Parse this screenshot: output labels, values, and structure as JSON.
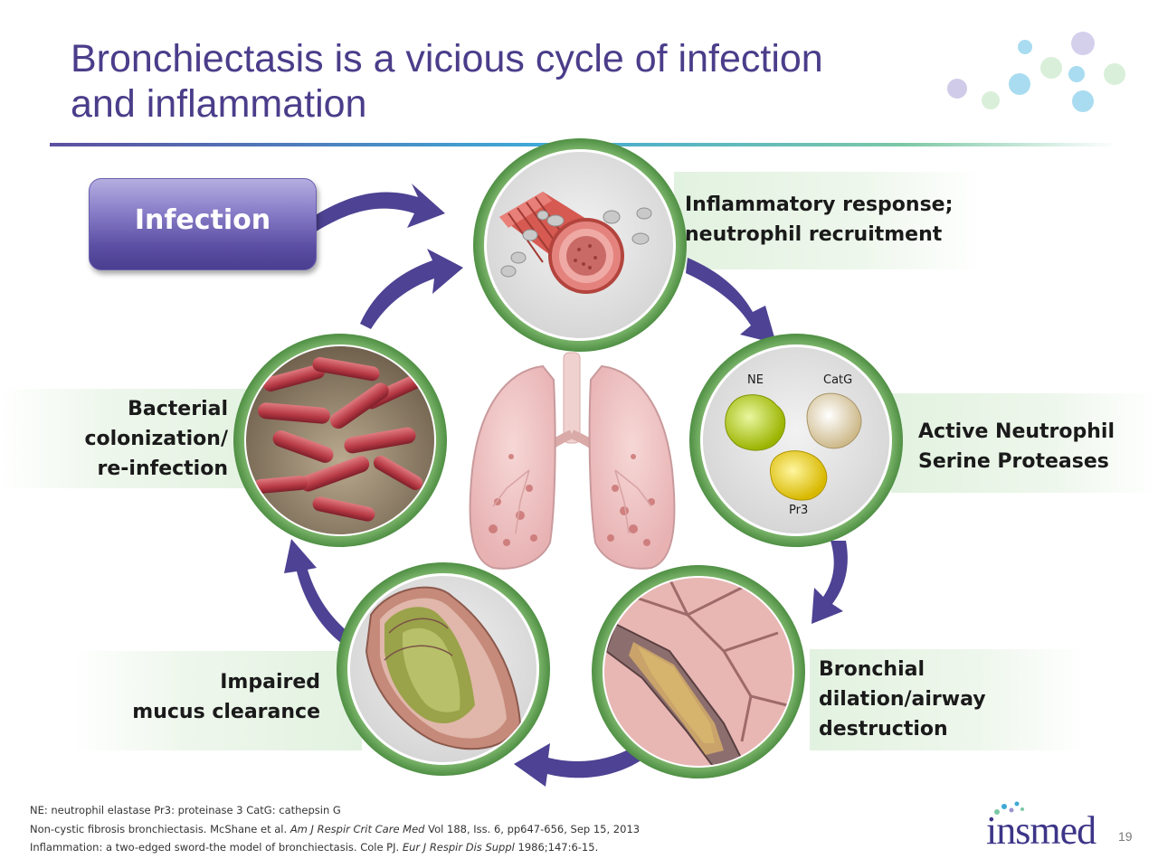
{
  "slide": {
    "title_line1": "Bronchiectasis is a vicious cycle of infection",
    "title_line2": "and inflammation",
    "page_number": "19",
    "logo_text": "insmed"
  },
  "infection_box": {
    "label": "Infection"
  },
  "cycle": {
    "stage1": {
      "line1": "Inflammatory response;",
      "line2": "neutrophil recruitment"
    },
    "stage2": {
      "line1": "Active Neutrophil",
      "line2": "Serine Proteases",
      "protease_labels": {
        "ne": "NE",
        "catg": "CatG",
        "pr3": "Pr3"
      }
    },
    "stage3": {
      "line1": "Bronchial",
      "line2": "dilation/airway",
      "line3": "destruction"
    },
    "stage4": {
      "line1": "Impaired",
      "line2": "mucus clearance"
    },
    "stage5": {
      "line1": "Bacterial",
      "line2": "colonization/",
      "line3": "re-infection"
    }
  },
  "footnotes": {
    "abbrev": "NE: neutrophil elastase  Pr3: proteinase 3  CatG: cathepsin G",
    "ref1_pre": "Non-cystic fibrosis bronchiectasis. McShane et al. ",
    "ref1_journal": "Am J Respir Crit Care Med",
    "ref1_post": " Vol 188, Iss. 6, pp647-656, Sep 15, 2013",
    "ref2_pre": "Inflammation: a two-edged sword-the model of bronchiectasis. Cole PJ. ",
    "ref2_journal": "Eur J Respir Dis Suppl",
    "ref2_post": " 1986;147:6-15."
  },
  "colors": {
    "title": "#4b3d8a",
    "arrow": "#4d4293",
    "ring_green": "#6aa85a",
    "band_green": "#e2f2e0"
  },
  "icons": [
    "airway-tube-illustration",
    "neutrophil-protease-illustration",
    "dilated-bronchus-illustration",
    "mucus-airway-illustration",
    "bacteria-illustration",
    "lungs-illustration"
  ]
}
